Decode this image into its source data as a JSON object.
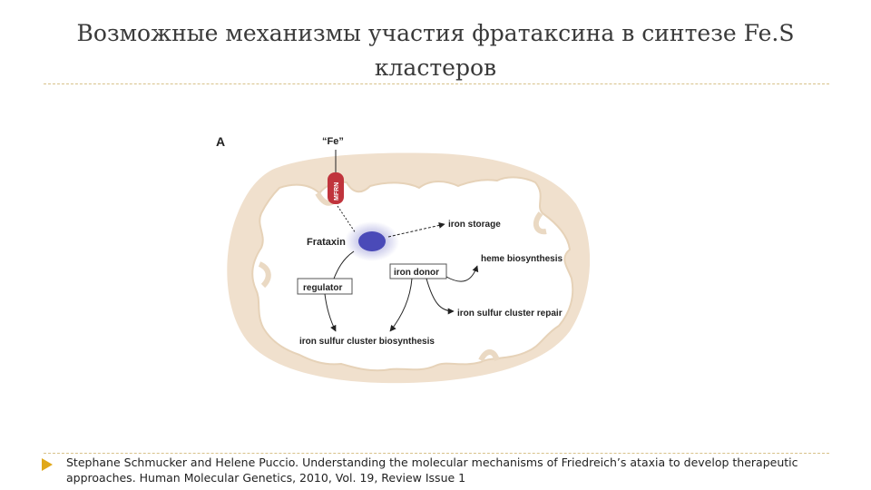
{
  "slide": {
    "title_line1": "Возможные механизмы участия фратаксина в синтезе Fe.S",
    "title_line2": "кластеров",
    "citation_line1": "Stephane Schmucker and Helene Puccio. Understanding the molecular mechanisms of Friedreich’s ataxia to develop therapeutic",
    "citation_line2": "approaches. Human Molecular Genetics, 2010, Vol. 19, Review Issue 1"
  },
  "figure": {
    "panel_label": "A",
    "fe_label": "“Fe”",
    "transporter_label": "MFRN",
    "frataxin_label": "Frataxin",
    "iron_storage_label": "iron storage",
    "heme_label": "heme biosynthesis",
    "iron_donor_label": "iron donor",
    "regulator_label": "regulator",
    "cluster_repair_label": "iron sulfur cluster repair",
    "cluster_biosynthesis_label": "iron sulfur cluster biosynthesis",
    "colors": {
      "membrane": "#f0e0cd",
      "matrix": "#ffffff",
      "transporter": "#c0343c",
      "frataxin": "#4a4ab8",
      "bullet": "#e0a81a"
    }
  }
}
